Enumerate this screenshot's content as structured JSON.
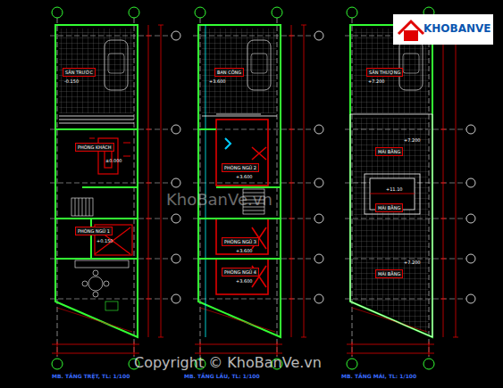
{
  "diagram": {
    "nodes": [
      {
        "text": [
          "SÂN TRƯỚC"
        ]
      },
      {
        "text": [
          "PHÒNG KHÁCH"
        ]
      },
      {
        "text": [
          "PHÒNG NGỦ 1"
        ]
      },
      {
        "text": [
          "BAN CÔNG"
        ]
      },
      {
        "text": [
          "PHÒNG NGỦ 2"
        ]
      },
      {
        "text": [
          "PHÒNG NGỦ 3"
        ]
      },
      {
        "text": [
          "PHÒNG NGỦ 4"
        ]
      },
      {
        "text": [
          "SÂN THƯỢNG"
        ]
      },
      {
        "text": [
          "MÁI BẰNG"
        ]
      },
      {
        "text": [
          "MÁI BẰNG"
        ]
      },
      {
        "text": [
          "MÁI BẰNG"
        ]
      }
    ],
    "labels": [
      "-0.150",
      "±0.000",
      "+0.150",
      "+3.600",
      "+3.600",
      "+3.600",
      "+3.600",
      "+7.200",
      "+7.200",
      "+11.10",
      "+7.200",
      "KhoBanVe.vn",
      "Copyright © KhoBanVe.vn",
      "KHOBANVE",
      "MB. TẦNG TRỆT, TL: 1/100",
      "MB. TẦNG LẦU, TL: 1/100",
      "MB. TẦNG MÁI, TL: 1/100"
    ]
  }
}
